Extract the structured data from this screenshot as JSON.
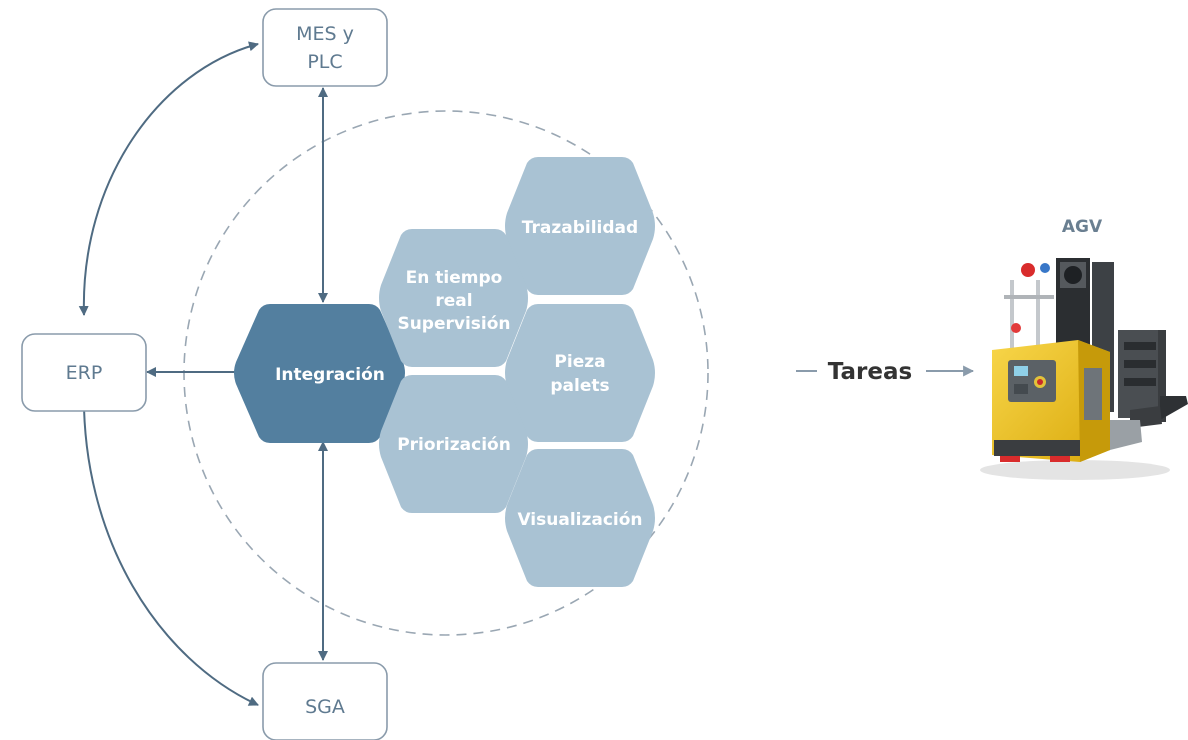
{
  "systems": {
    "mes": [
      "MES y",
      "PLC"
    ],
    "erp": "ERP",
    "sga": "SGA"
  },
  "hexagons": {
    "integration": [
      "Integración"
    ],
    "traceability": [
      "Trazabilidad"
    ],
    "realtime": [
      "En tiempo",
      "real",
      "Supervisión"
    ],
    "pallets": [
      "Pieza",
      "palets"
    ],
    "prioritization": [
      "Priorización"
    ],
    "visualization": [
      "Visualización"
    ]
  },
  "tasks_label": "Tareas",
  "agv_label": "AGV",
  "colors": {
    "box_border": "#8a9bab",
    "box_text": "#5f7a90",
    "arrow": "#4f6b82",
    "hex_primary": "#537f9f",
    "hex_secondary": "#a9c2d3",
    "dashed_circle": "#9aa7b3",
    "agv_yellow": "#f0c419"
  }
}
